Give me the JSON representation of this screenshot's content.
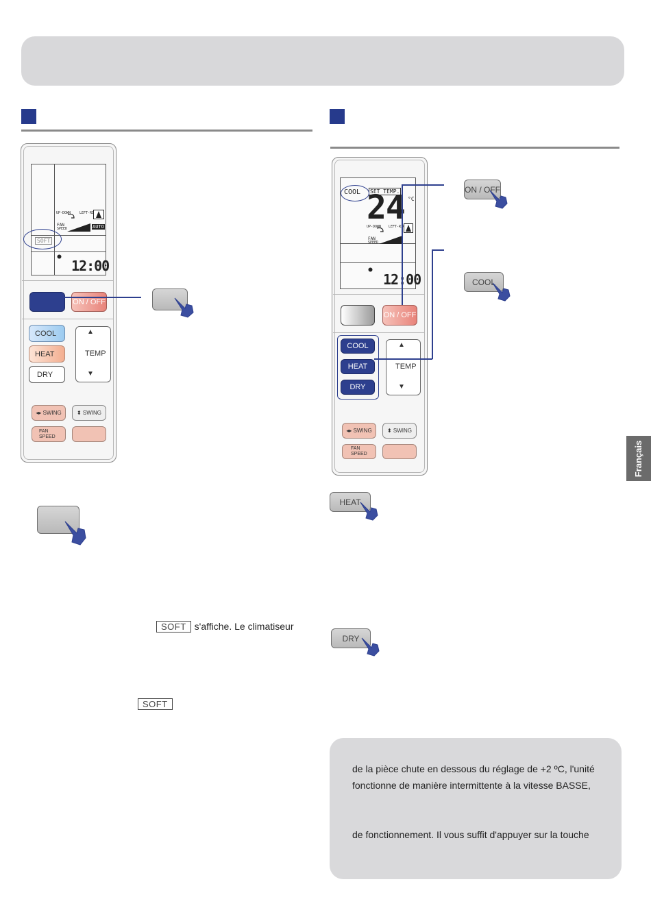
{
  "language_tab": "Français",
  "left_remote": {
    "lcd": {
      "louver_up_down": "UP-DOWN",
      "louver_left_right": "LEFT-RIGHT",
      "fan_label": "FAN",
      "speed_label": "SPEED",
      "auto_badge": "AUTO",
      "soft_indicator": "SOFT",
      "clock": "12:00"
    },
    "buttons": {
      "on_off": "ON / OFF",
      "cool": "COOL",
      "heat": "HEAT",
      "dry": "DRY",
      "temp": "TEMP",
      "swing_h": "SWING",
      "swing_v": "SWING",
      "fan": "FAN",
      "speed": "SPEED"
    }
  },
  "right_remote": {
    "lcd": {
      "mode": "COOL",
      "set_temp_label": "SET TEMP.",
      "temperature": "24",
      "unit": "°C",
      "louver_up_down": "UP-DOWN",
      "louver_left_right": "LEFT-RIGHT",
      "fan_label": "FAN",
      "speed_label": "SPEED",
      "clock": "12:00"
    },
    "buttons": {
      "on_off": "ON / OFF",
      "cool": "COOL",
      "heat": "HEAT",
      "dry": "DRY",
      "temp": "TEMP",
      "swing_h": "SWING",
      "swing_v": "SWING",
      "fan": "FAN",
      "speed": "SPEED"
    }
  },
  "callouts": {
    "on_off": "ON / OFF",
    "cool": "COOL",
    "heat": "HEAT",
    "dry": "DRY"
  },
  "left_text": {
    "soft_line_tag": "SOFT",
    "soft_line_text": "s'affiche. Le climatiseur",
    "soft_tag_2": "SOFT"
  },
  "note": {
    "line1": "de la pièce chute en dessous du réglage de +2 ºC, l'unité",
    "line2": "fonctionne de manière intermittente à la vitesse BASSE,",
    "line3": "de fonctionnement. Il vous suffit d'appuyer sur la touche"
  },
  "colors": {
    "accent_navy": "#2d3f8e",
    "header_gray": "#d8d8da",
    "on_off_red": "#e8837a"
  }
}
